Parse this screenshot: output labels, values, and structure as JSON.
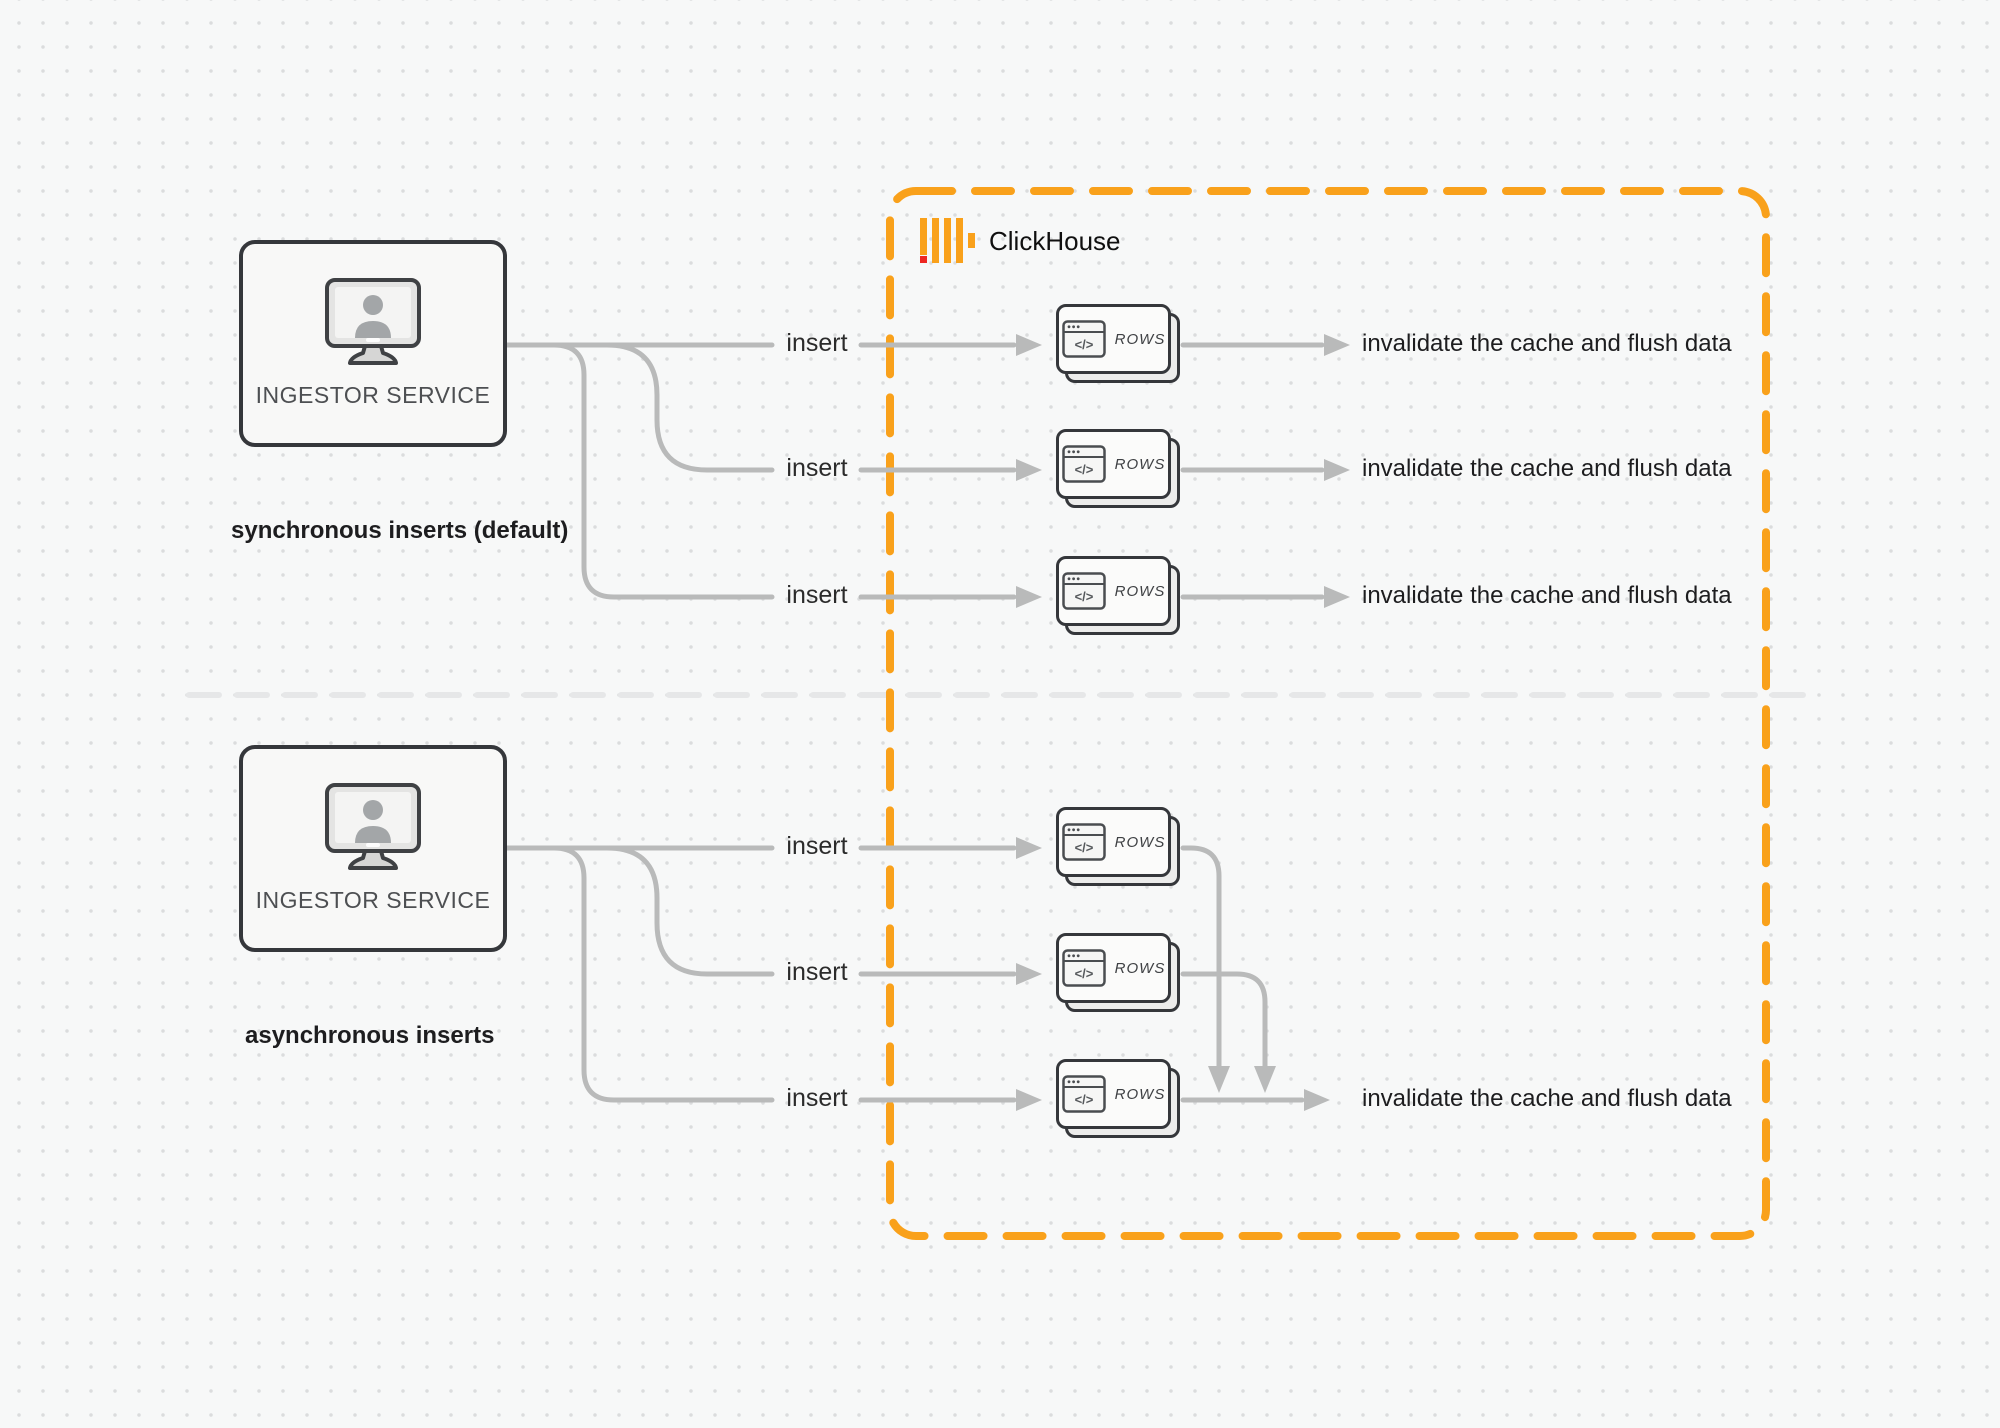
{
  "clickhouse": {
    "label": "ClickHouse"
  },
  "nodes": {
    "ingestor_label": "INGESTOR SERVICE",
    "rows_label": "ROWS",
    "code_glyph": "</>"
  },
  "sections": {
    "sync": {
      "caption": "synchronous inserts (default)"
    },
    "async": {
      "caption": "asynchronous inserts"
    }
  },
  "edges": {
    "insert_label": "insert",
    "outcome_label": "invalidate the cache and flush data"
  },
  "colors": {
    "background": "#f7f8f8",
    "dot": "#dbdcdd",
    "line": "#b9baba",
    "box_border": "#35373b",
    "box_fill": "#f8f8f7",
    "card_fill": "#fbfbfa",
    "card_back_fill": "#ececeb",
    "accent_orange": "#f9a11b",
    "logo_red": "#ee2722",
    "divider": "#e6e7e8",
    "text_dark": "#1d1d1f",
    "text_muted": "#4d4f52"
  }
}
